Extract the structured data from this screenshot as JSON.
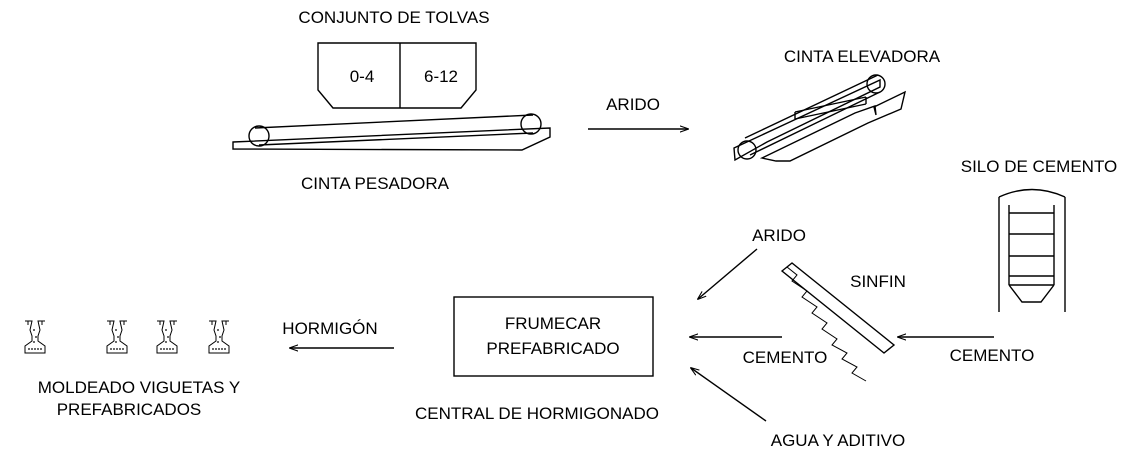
{
  "labels": {
    "hoppers_title": "CONJUNTO DE TOLVAS",
    "hopper_left": "0-4",
    "hopper_right": "6-12",
    "weigh_belt": "CINTA PESADORA",
    "aggregate_top": "ARIDO",
    "elevator_belt": "CINTA ELEVADORA",
    "cement_silo": "SILO DE CEMENTO",
    "aggregate_mid": "ARIDO",
    "screw": "SINFIN",
    "plant_line1": "FRUMECAR",
    "plant_line2": "PREFABRICADO",
    "cement_right": "CEMENTO",
    "cement_left": "CEMENTO",
    "concrete": "HORMIGÓN",
    "molding_line1": "MOLDEADO VIGUETAS Y",
    "molding_line2": "PREFABRICADOS",
    "batching_plant": "CENTRAL DE HORMIGONADO",
    "water_additive": "AGUA Y ADITIVO"
  },
  "colors": {
    "ink": "#000000",
    "background": "#ffffff"
  }
}
